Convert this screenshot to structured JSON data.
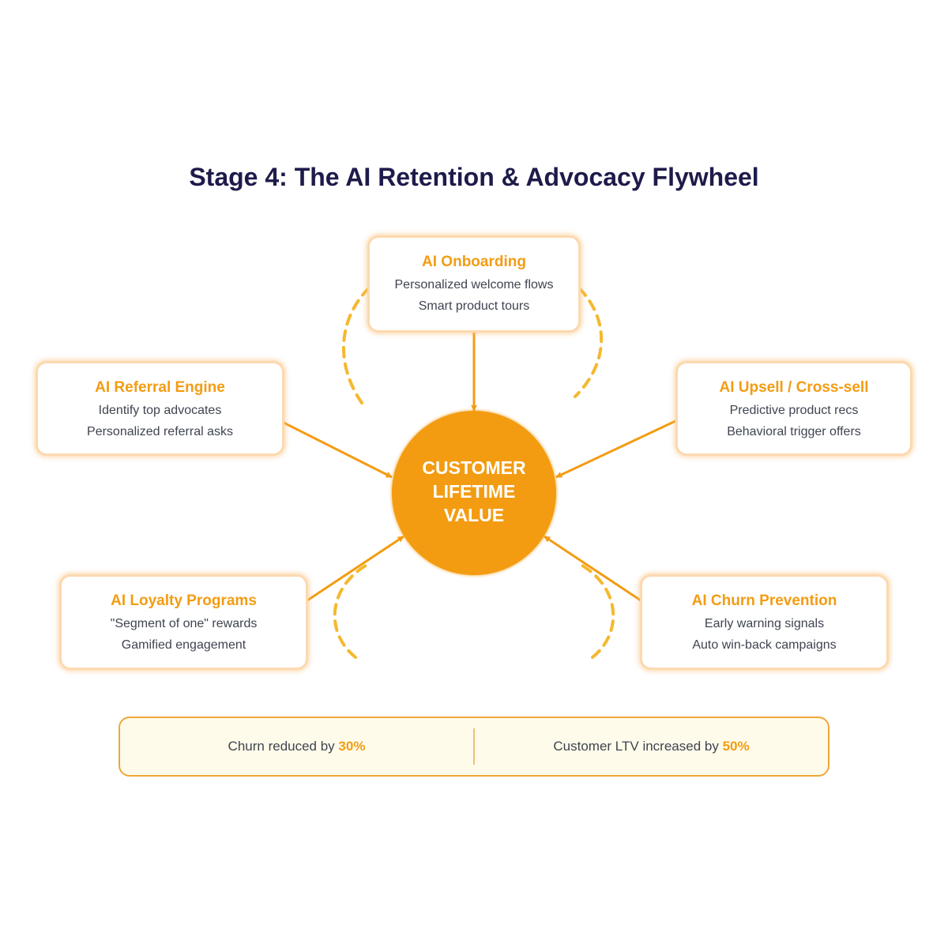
{
  "title": "Stage 4: The AI Retention & Advocacy Flywheel",
  "hub": {
    "lines": [
      "CUSTOMER",
      "LIFETIME",
      "VALUE"
    ]
  },
  "cards": [
    {
      "title": "AI Onboarding",
      "lines": [
        "Personalized welcome flows",
        "Smart product tours"
      ]
    },
    {
      "title": "AI Referral Engine",
      "lines": [
        "Identify top advocates",
        "Personalized referral asks"
      ]
    },
    {
      "title": "AI Upsell / Cross-sell",
      "lines": [
        "Predictive product recs",
        "Behavioral trigger offers"
      ]
    },
    {
      "title": "AI Loyalty Programs",
      "lines": [
        "\"Segment of one\" rewards",
        "Gamified engagement"
      ]
    },
    {
      "title": "AI Churn Prevention",
      "lines": [
        "Early warning signals",
        "Auto win-back campaigns"
      ]
    }
  ],
  "stats": [
    {
      "label": "Churn reduced by",
      "value": "30%"
    },
    {
      "label": "Customer LTV increased by",
      "value": "50%"
    }
  ],
  "colors": {
    "accent": "#f39c12",
    "title": "#1e1b4b",
    "dashed": "#f5b82e",
    "footer_bg": "#fffbea"
  }
}
